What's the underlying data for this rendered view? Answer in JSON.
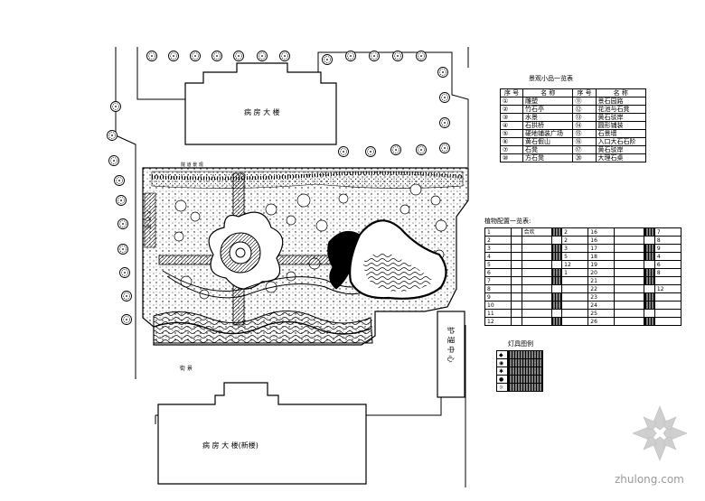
{
  "plan": {
    "building_top_label": "病 房 大 楼",
    "building_bottom_label": "病 房 大 楼(新楼)",
    "nursing_center_label": "护 理 中 心",
    "road_left_label": "人 行 道",
    "road_bottom_label": "街 景",
    "road_top_label": "院 道 景 观"
  },
  "items_table": {
    "title": "景观小品一览表",
    "header_no": "序 号",
    "header_name": "名 称",
    "rows": [
      {
        "no1": "①",
        "name1": "雕塑",
        "no2": "⑪",
        "name2": "景石园路"
      },
      {
        "no1": "②",
        "name1": "竹石亭",
        "no2": "⑫",
        "name2": "花池与石凳"
      },
      {
        "no1": "③",
        "name1": "水景",
        "no2": "⑬",
        "name2": "黄石驳岸"
      },
      {
        "no1": "④",
        "name1": "石拱桥",
        "no2": "⑭",
        "name2": "圆形铺装"
      },
      {
        "no1": "⑤",
        "name1": "硬地铺装广场",
        "no2": "⑮",
        "name2": "石景墙"
      },
      {
        "no1": "⑥",
        "name1": "黄石假山",
        "no2": "⑯",
        "name2": "入口大石石阶"
      },
      {
        "no1": "⑦",
        "name1": "石凳",
        "no2": "⑰",
        "name2": "黄石驳岸"
      },
      {
        "no1": "⑩",
        "name1": "方石凳",
        "no2": "⑳",
        "name2": "大理石桌"
      }
    ]
  },
  "plant_table": {
    "title": "植物配置一览表:",
    "rows": [
      {
        "a": "1",
        "b": "",
        "c": "合欢",
        "d": "",
        "e": "2",
        "f": "16",
        "g": "",
        "h": "",
        "i": "7"
      },
      {
        "a": "2",
        "b": "",
        "c": "",
        "d": "",
        "e": "2",
        "f": "16",
        "g": "",
        "h": "",
        "i": "8"
      },
      {
        "a": "3",
        "b": "",
        "c": "",
        "d": "",
        "e": "3",
        "f": "17",
        "g": "",
        "h": "",
        "i": "9"
      },
      {
        "a": "4",
        "b": "",
        "c": "",
        "d": "",
        "e": "5",
        "f": "18",
        "g": "",
        "h": "",
        "i": "4"
      },
      {
        "a": "5",
        "b": "",
        "c": "",
        "d": "",
        "e": "12",
        "f": "19",
        "g": "",
        "h": "",
        "i": "6"
      },
      {
        "a": "6",
        "b": "",
        "c": "",
        "d": "",
        "e": "1",
        "f": "20",
        "g": "",
        "h": "",
        "i": "8"
      },
      {
        "a": "7",
        "b": "",
        "c": "",
        "d": "",
        "e": "",
        "f": "21",
        "g": "",
        "h": "",
        "i": ""
      },
      {
        "a": "8",
        "b": "",
        "c": "",
        "d": "",
        "e": "",
        "f": "22",
        "g": "",
        "h": "",
        "i": "12"
      },
      {
        "a": "9",
        "b": "",
        "c": "",
        "d": "",
        "e": "",
        "f": "23",
        "g": "",
        "h": "",
        "i": ""
      },
      {
        "a": "10",
        "b": "",
        "c": "",
        "d": "",
        "e": "",
        "f": "24",
        "g": "",
        "h": "",
        "i": ""
      },
      {
        "a": "11",
        "b": "",
        "c": "",
        "d": "",
        "e": "",
        "f": "25",
        "g": "",
        "h": "",
        "i": ""
      },
      {
        "a": "12",
        "b": "",
        "c": "",
        "d": "",
        "e": "",
        "f": "26",
        "g": "",
        "h": "",
        "i": ""
      }
    ]
  },
  "light_legend": {
    "title": "灯具图例",
    "rows": [
      {
        "sym": "◆",
        "name": ""
      },
      {
        "sym": "◉",
        "name": ""
      },
      {
        "sym": "✱",
        "name": ""
      },
      {
        "sym": "●",
        "name": ""
      },
      {
        "sym": "☼",
        "name": ""
      }
    ]
  },
  "watermark": {
    "site": "zhulong.com"
  }
}
